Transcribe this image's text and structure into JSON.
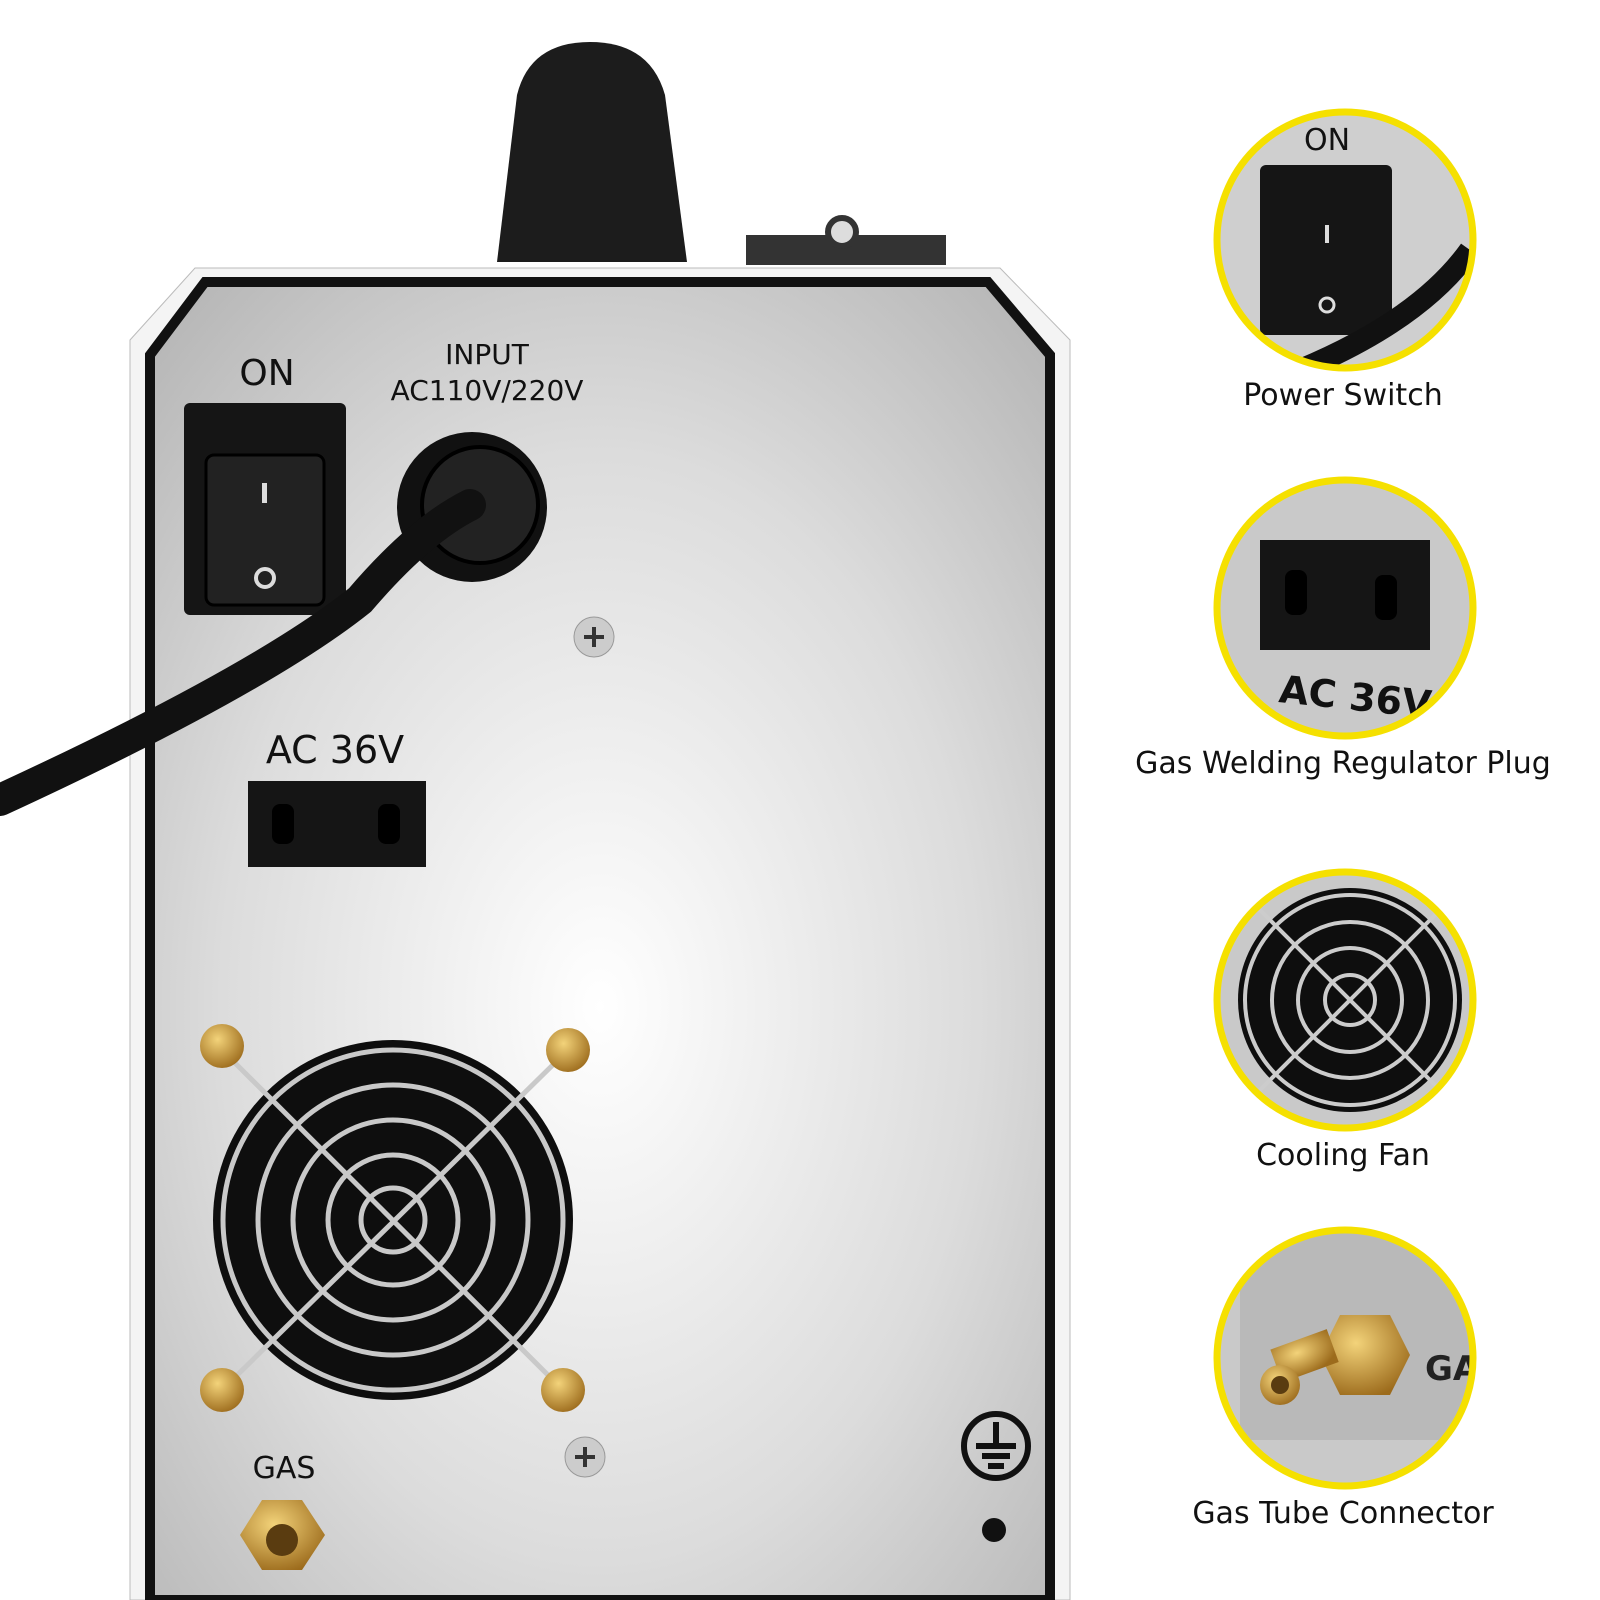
{
  "panel": {
    "switch_label": "ON",
    "switch_on_mark": "I",
    "switch_off_mark": "O",
    "input_label": "INPUT",
    "input_voltage": "AC110V/220V",
    "socket_label": "AC 36V",
    "gas_label": "GAS",
    "ground_icon": "ground-icon"
  },
  "callouts": [
    {
      "label": "Power Switch",
      "inset_text": "ON"
    },
    {
      "label": "Gas Welding Regulator Plug",
      "inset_text": "AC 36V"
    },
    {
      "label": "Cooling Fan"
    },
    {
      "label": "Gas Tube Connector",
      "inset_text": "GA"
    }
  ],
  "colors": {
    "accent": "#f5e000",
    "panel": "#d9d9d9",
    "brass": "#c89a3c"
  }
}
